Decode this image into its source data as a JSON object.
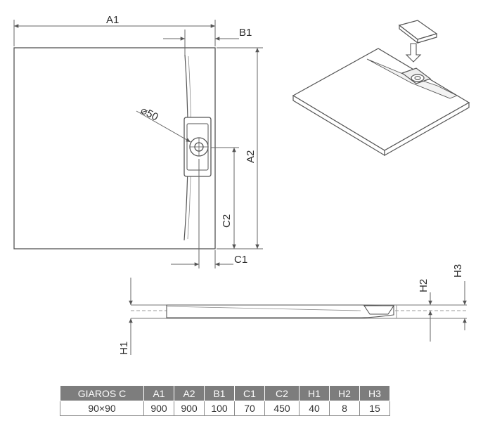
{
  "dimension_labels": {
    "a1": "A1",
    "b1": "B1",
    "a2": "A2",
    "c2": "C2",
    "c1": "C1",
    "diameter": "⌀50",
    "h1": "H1",
    "h2": "H2",
    "h3": "H3"
  },
  "spec_table": {
    "headers": [
      "GIAROS C",
      "A1",
      "A2",
      "B1",
      "C1",
      "C2",
      "H1",
      "H2",
      "H3"
    ],
    "row": [
      "90×90",
      "900",
      "900",
      "100",
      "70",
      "450",
      "40",
      "8",
      "15"
    ]
  },
  "colors": {
    "line": "#555555",
    "header_bg": "#7d7d7d",
    "dim_line": "#666666"
  }
}
